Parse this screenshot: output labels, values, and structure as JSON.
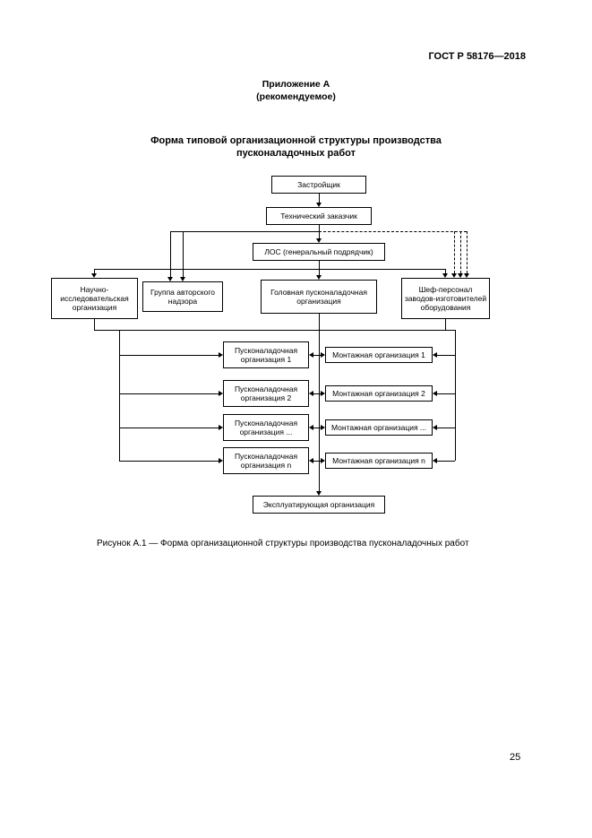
{
  "page": {
    "header": "ГОСТ Р 58176—2018",
    "number": "25"
  },
  "appendix": {
    "label": "Приложение А",
    "note": "(рекомендуемое)"
  },
  "title": "Форма типовой организационной структуры производства\nпусконаладочных работ",
  "diagram": {
    "developer": "Застройщик",
    "technical_customer": "Технический заказчик",
    "general_contractor": "ЛОС (генеральный подрядчик)",
    "research_org": "Научно-\nисследовательская\nорганизация",
    "author_supervision": "Группа авторского\nнадзора",
    "head_commissioning": "Головная пусконаладочная\nорганизация",
    "chief_personnel": "Шеф-персонал\nзаводов-изготовителей\nоборудования",
    "rows": [
      {
        "commissioning": "Пусконаладочная\nорганизация 1",
        "installation": "Монтажная организация 1"
      },
      {
        "commissioning": "Пусконаладочная\nорганизация 2",
        "installation": "Монтажная организация 2"
      },
      {
        "commissioning": "Пусконаладочная\nорганизация ...",
        "installation": "Монтажная организация ..."
      },
      {
        "commissioning": "Пусконаладочная\nорганизация n",
        "installation": "Монтажная организация n"
      }
    ],
    "operating_org": "Эксплуатирующая организация"
  },
  "caption": "Рисунок А.1 — Форма организационной структуры производства пусконаладочных работ",
  "colors": {
    "ink": "#000000",
    "paper": "#ffffff"
  }
}
